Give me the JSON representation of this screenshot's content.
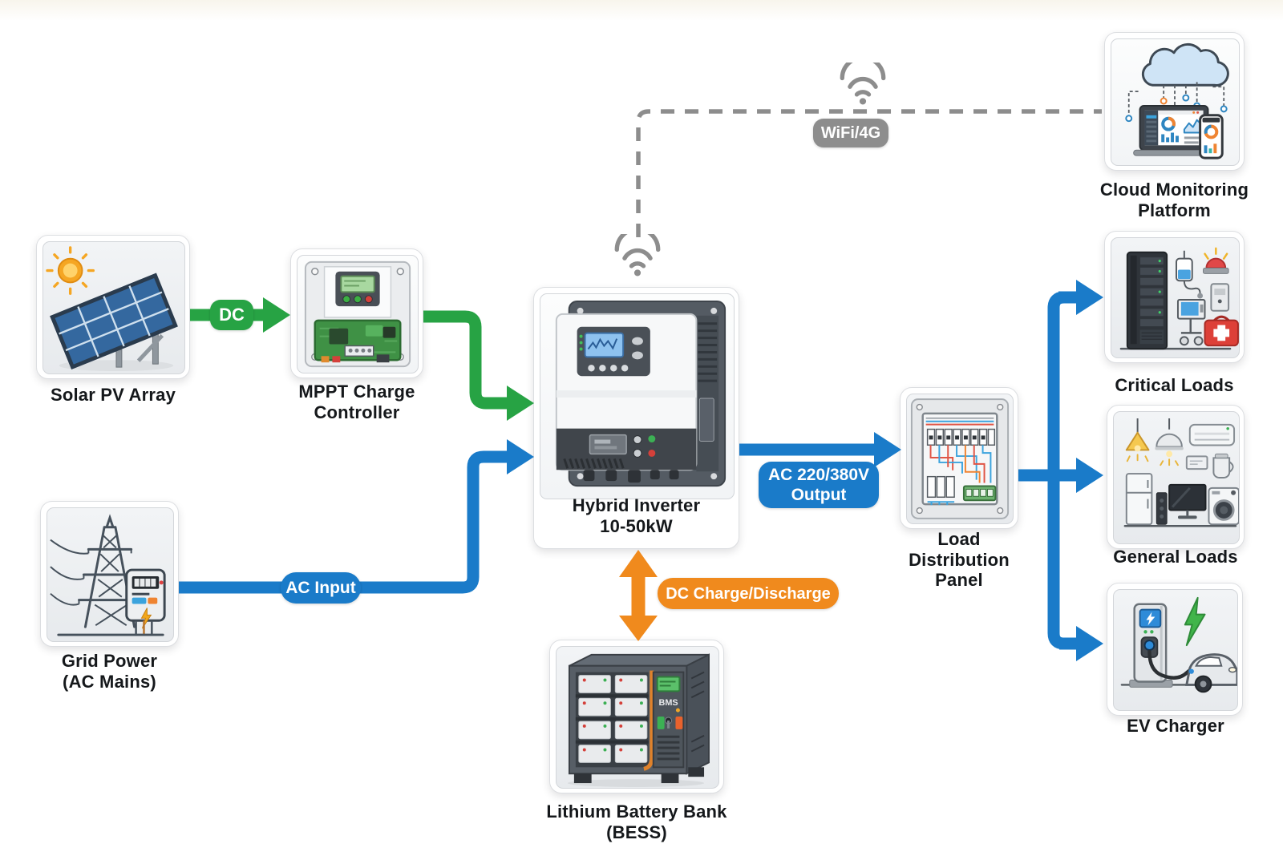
{
  "nodes": {
    "solar": {
      "label": "Solar PV Array"
    },
    "mppt": {
      "label": "MPPT Charge\nController"
    },
    "inverter": {
      "label": "Hybrid Inverter\n10-50kW"
    },
    "grid": {
      "label": "Grid Power\n(AC Mains)"
    },
    "battery": {
      "label": "Lithium Battery Bank\n(BESS)",
      "bms_text": "BMS"
    },
    "panel": {
      "label": "Load\nDistribution\nPanel"
    },
    "cloud": {
      "label": "Cloud Monitoring\nPlatform"
    },
    "critical": {
      "label": "Critical Loads"
    },
    "general": {
      "label": "General Loads"
    },
    "ev": {
      "label": "EV Charger"
    }
  },
  "edges": {
    "dc": {
      "label": "DC",
      "color": "#27a344"
    },
    "ac_input": {
      "label": "AC Input",
      "color": "#1a7bc9"
    },
    "ac_output": {
      "label": "AC 220/380V\nOutput",
      "color": "#1a7bc9"
    },
    "dc_charge": {
      "label": "DC Charge/Discharge",
      "color": "#f08a1d"
    },
    "wifi": {
      "label": "WiFi/4G",
      "color": "#8d8d8d"
    }
  }
}
